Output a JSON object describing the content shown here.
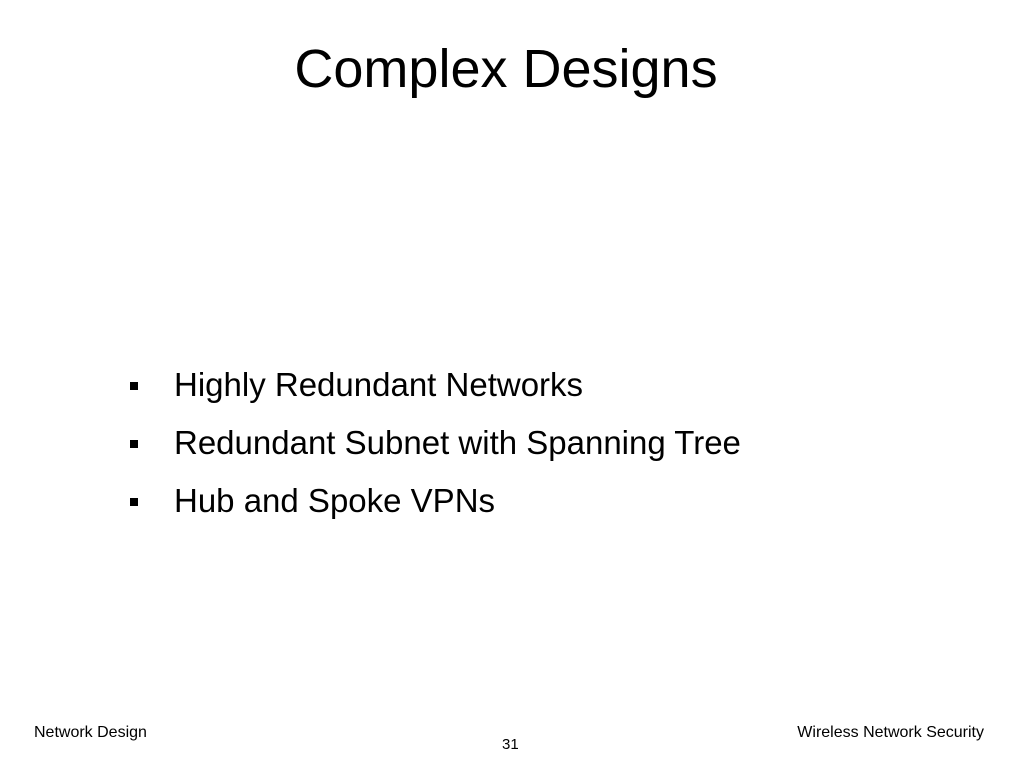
{
  "title": "Complex Designs",
  "bullets": [
    "Highly Redundant Networks",
    "Redundant Subnet with Spanning Tree",
    "Hub and Spoke VPNs"
  ],
  "footer": {
    "left": "Network Design",
    "page": "31",
    "right": "Wireless Network Security"
  }
}
